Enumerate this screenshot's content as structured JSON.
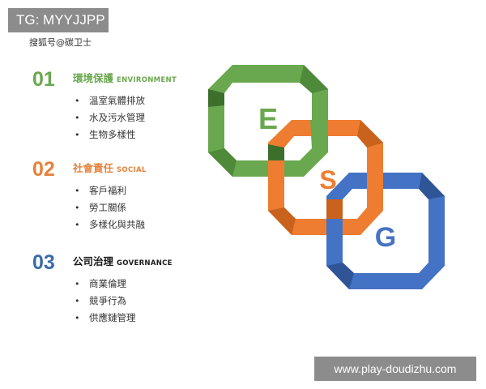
{
  "badge": {
    "text": "TG: MYYJJPP"
  },
  "source": "搜狐号@碳卫士",
  "sections": [
    {
      "number": "01",
      "title_zh": "環境保護",
      "title_en": "ENVIRONMENT",
      "color": "#6aa84f",
      "items": [
        "溫室氣體排放",
        "水及污水管理",
        "生物多樣性"
      ]
    },
    {
      "number": "02",
      "title_zh": "社會責任",
      "title_en": "SOCIAL",
      "color": "#e6823a",
      "items": [
        "客戶福利",
        "勞工關係",
        "多樣化與共融"
      ]
    },
    {
      "number": "03",
      "title_zh": "公司治理",
      "title_en": "GOVERNANCE",
      "color": "#3a6aa8",
      "items": [
        "商業倫理",
        "競爭行為",
        "供應鏈管理"
      ]
    }
  ],
  "logo": {
    "letters": [
      "E",
      "S",
      "G"
    ],
    "colors": {
      "e": "#6aa84f",
      "s": "#ee7d31",
      "g": "#4472c4"
    }
  },
  "watermark": "www.play-doudizhu.com"
}
